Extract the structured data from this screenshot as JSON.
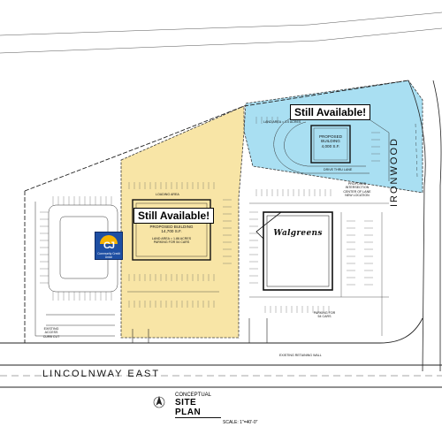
{
  "parcels": {
    "north": {
      "callout": "Still Available!",
      "building_lines": [
        "PROPOSED",
        "BUILDING",
        "4,000 S.F."
      ],
      "area_label": "LAND AREA = 1.0 ACRES",
      "fill": "#a9dff2"
    },
    "center": {
      "callout": "Still Available!",
      "building_lines": [
        "PROPOSED BUILDING",
        "14,700 S.F."
      ],
      "area_lines": [
        "LAND AREA = 1.86 ACRES",
        "PARKING FOR 54 CARS"
      ],
      "loading_label": "LOADING AREA",
      "fill": "#f8e5a6"
    }
  },
  "anchors": {
    "walgreens": "Walgreens",
    "bank_logo": {
      "mark": "CJ",
      "sub": "Community Credit Union",
      "color": "#1e4fa3"
    }
  },
  "roads": {
    "south": "LINCOLNWAY EAST",
    "east": "IRONWOOD"
  },
  "notes": {
    "proposed_access": [
      "PROPOSED",
      "INTERSECTION",
      "CENTER OF LANE",
      "NEW LOCATION"
    ],
    "parking_east": [
      "PARKING FOR",
      "54 CARS"
    ],
    "existing_curb": [
      "EXISTING",
      "ACCESS",
      "CURB CUT"
    ],
    "retaining_wall": "EXISTING RETAINING WALL",
    "drive_thru": "DRIVE THRU LANE"
  },
  "title_block": {
    "line1": "CONCEPTUAL",
    "line2": "SITE PLAN",
    "scale": "SCALE:   1\"=40'-0\""
  }
}
